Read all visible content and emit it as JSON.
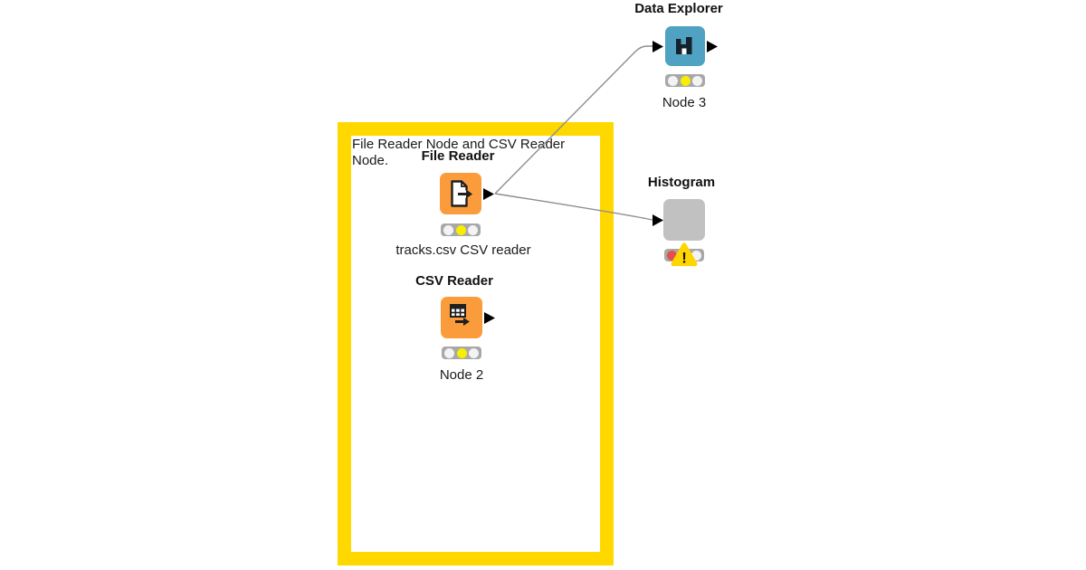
{
  "canvas": {
    "background": "#FFFFFF"
  },
  "colors": {
    "annotation_border": "#FFD800",
    "node_orange": "#FA9C3C",
    "node_teal": "#4FA2C1",
    "node_placeholder_gray": "#C1C1C1",
    "traffic_bar_gray": "#A8A8A8",
    "status_yellow": "#F8EE00",
    "status_off_white": "#F3F3F3",
    "status_red": "#E0514D",
    "warning_yellow": "#FFD500",
    "connection_gray": "#8E8E8E",
    "port_black": "#000000"
  },
  "annotation": {
    "text": "File Reader Node and CSV Reader Node."
  },
  "nodes": {
    "file_reader": {
      "title": "File Reader",
      "label": "tracks.csv CSV reader",
      "icon": "file-export-icon",
      "status": "configured",
      "lights": [
        "#F3F3F3",
        "#F8EE00",
        "#F3F3F3"
      ]
    },
    "csv_reader": {
      "title": "CSV Reader",
      "label": "Node 2",
      "icon": "table-export-icon",
      "status": "configured",
      "lights": [
        "#F3F3F3",
        "#F8EE00",
        "#F3F3F3"
      ]
    },
    "data_explorer": {
      "title": "Data Explorer",
      "label": "Node 3",
      "icon": "histogram-icon",
      "status": "configured",
      "lights": [
        "#F3F3F3",
        "#F8EE00",
        "#F3F3F3"
      ]
    },
    "histogram": {
      "title": "Histogram",
      "status": "missing",
      "warning_glyph": "!",
      "lights": [
        "#E0514D",
        "#F3F3F3",
        "#F3F3F3"
      ]
    }
  },
  "connections": [
    {
      "from": "file_reader",
      "to": "data_explorer"
    },
    {
      "from": "file_reader",
      "to": "histogram"
    }
  ]
}
